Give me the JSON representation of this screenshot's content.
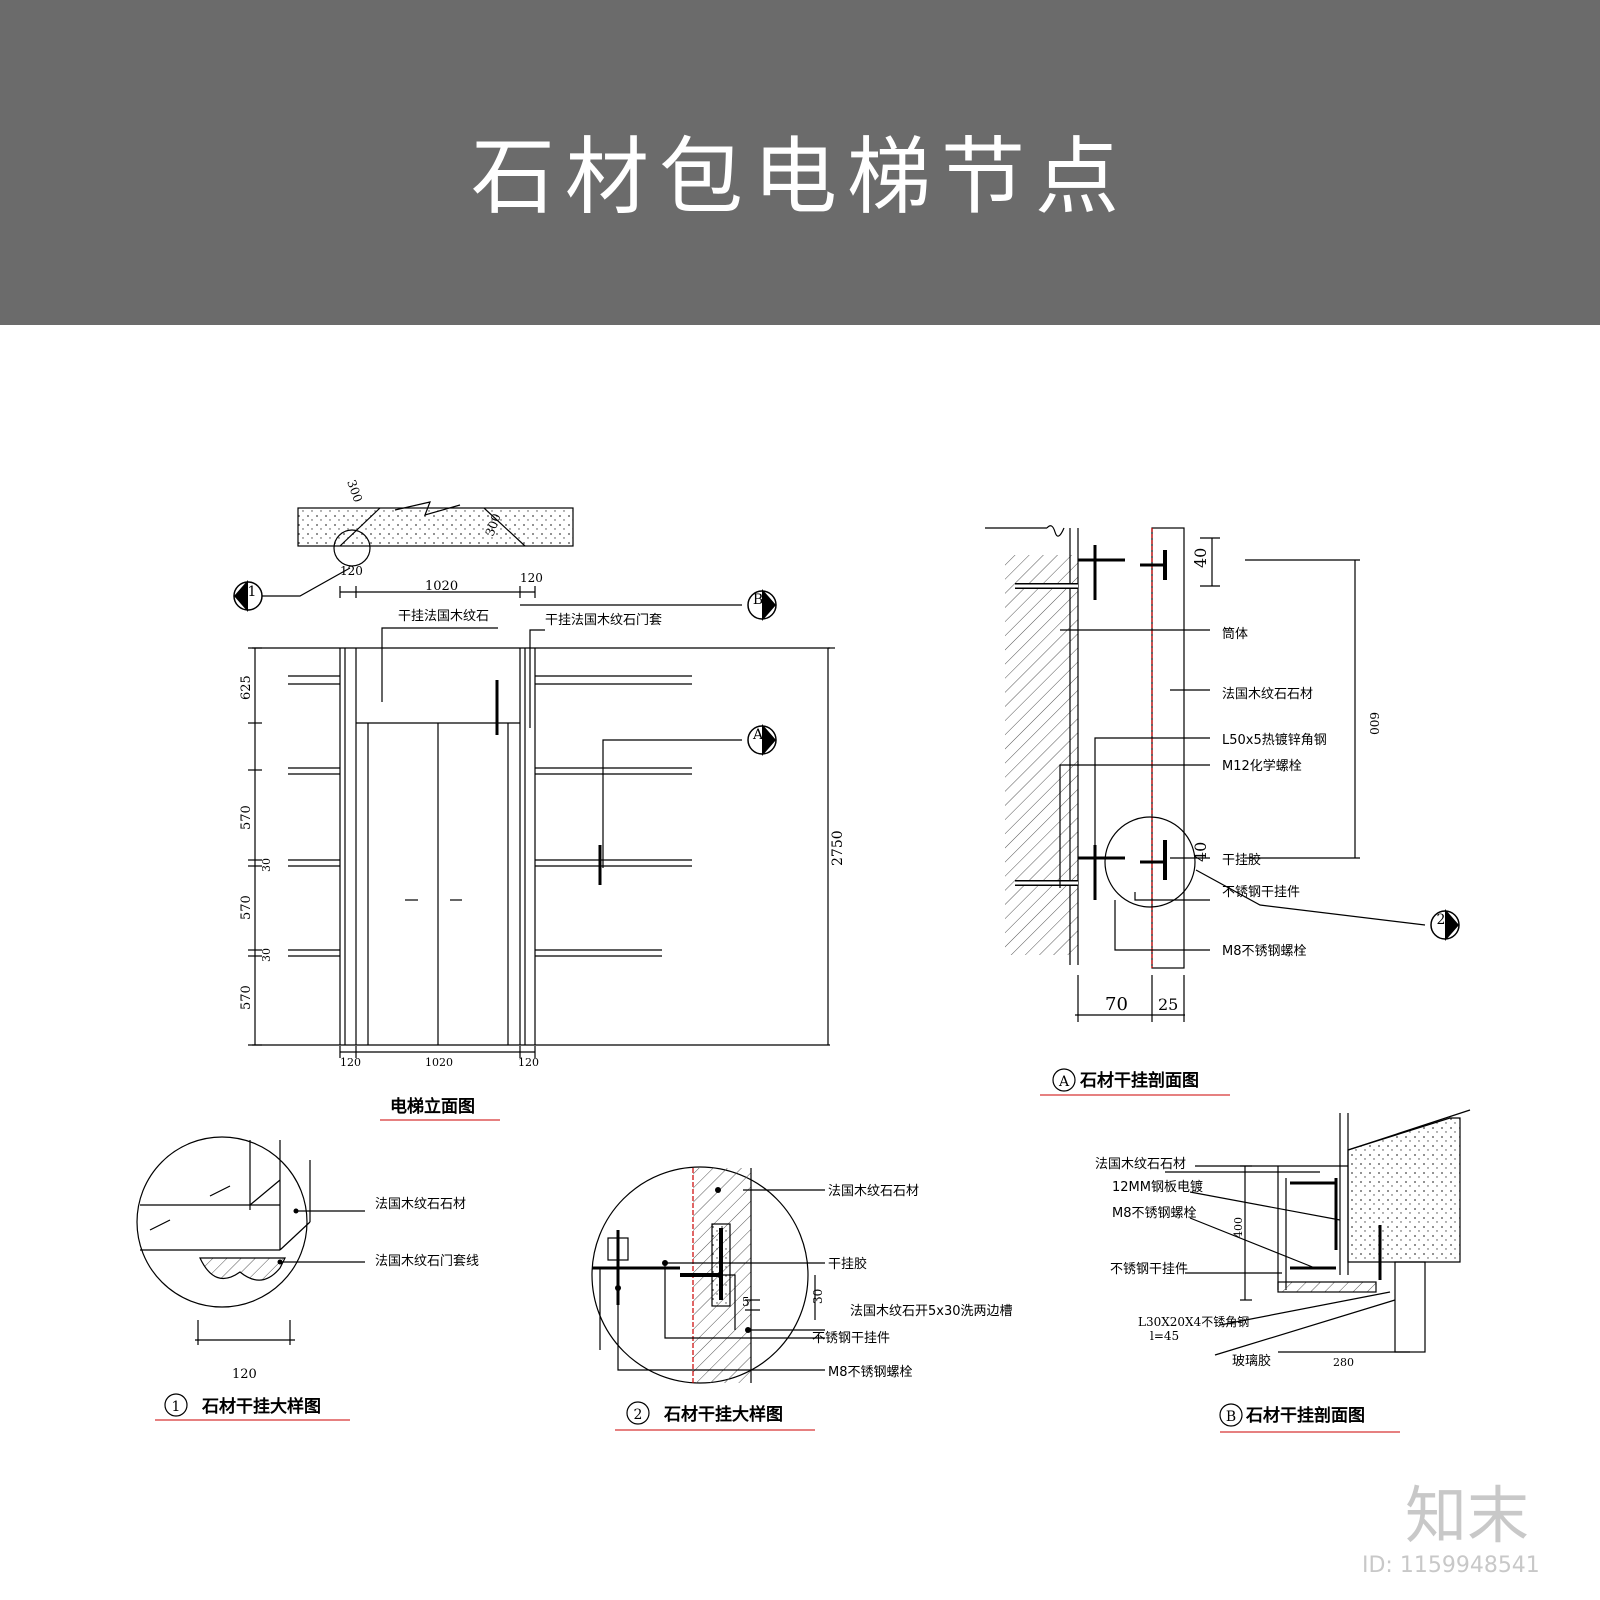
{
  "banner": {
    "title": "石材包电梯节点"
  },
  "elevation": {
    "title": "电梯立面图",
    "labels": {
      "stone_panel": "干挂法国木纹石",
      "door_frame": "干挂法国木纹石门套"
    },
    "dims": {
      "d300a": "300",
      "d300b": "300",
      "d120": "120",
      "d1020": "1020",
      "d625": "625",
      "d570": "570",
      "d30": "30",
      "d2750": "2750"
    },
    "markers": {
      "m1": "1",
      "mB": "B",
      "mA": "A"
    }
  },
  "sectionA": {
    "title": "石材干挂剖面图",
    "badge": "A",
    "labels": [
      "筒体",
      "法国木纹石石材",
      "L50x5热镀锌角钢",
      "M12化学螺栓",
      "干挂胶",
      "不锈钢干挂件",
      "M8不锈钢螺栓"
    ],
    "dims": {
      "d40": "40",
      "d600": "600",
      "d70": "70",
      "d25": "25"
    },
    "marker2": "2"
  },
  "detail1": {
    "number": "1",
    "title": "石材干挂大样图",
    "labels": [
      "法国木纹石石材",
      "法国木纹石门套线"
    ],
    "dim": "120"
  },
  "detail2": {
    "number": "2",
    "title": "石材干挂大样图",
    "labels": [
      "法国木纹石石材",
      "干挂胶",
      "法国木纹石开5x30洗两边槽",
      "不锈钢干挂件",
      "M8不锈钢螺栓"
    ],
    "dims": {
      "d5": "5",
      "d30": "30"
    }
  },
  "sectionB": {
    "title": "石材干挂剖面图",
    "badge": "B",
    "labels": [
      "法国木纹石石材",
      "12MM钢板电镀",
      "M8不锈钢螺栓",
      "不锈钢干挂件",
      "L30X20X4不锈角钢",
      "l=45",
      "玻璃胶"
    ],
    "dims": {
      "d400": "400",
      "d280": "280"
    }
  },
  "watermark": {
    "brand": "知末",
    "id": "ID: 1159948541"
  }
}
